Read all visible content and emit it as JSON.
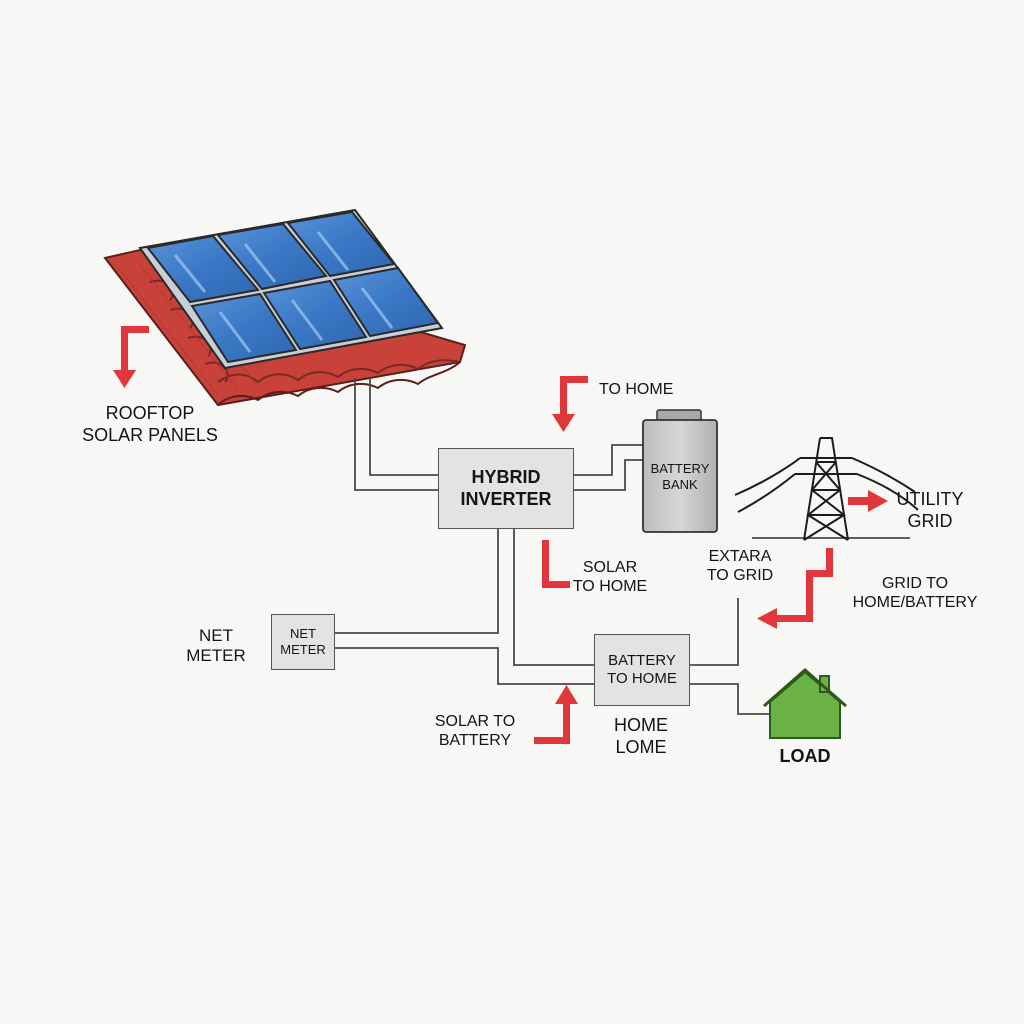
{
  "nodes": {
    "solar_panels": {
      "line1": "ROOFTOP",
      "line2": "SOLAR PANELS"
    },
    "hybrid_inverter": {
      "line1": "HYBRID",
      "line2": "INVERTER"
    },
    "battery_bank": {
      "line1": "BATTERY",
      "line2": "BANK"
    },
    "net_meter_box": {
      "line1": "NET",
      "line2": "METER"
    },
    "net_meter_label": {
      "line1": "NET",
      "line2": "METER"
    },
    "battery_to_home_box": {
      "line1": "BATTERY",
      "line2": "TO HOME"
    },
    "home_label": {
      "line1": "HOME",
      "line2": "LOME"
    },
    "utility_grid": {
      "line1": "UTILITY",
      "line2": "GRID"
    },
    "load": {
      "label": "LOAD"
    }
  },
  "flows": {
    "to_home": {
      "label": "TO HOME"
    },
    "solar_to_home": {
      "line1": "SOLAR",
      "line2": "TO HOME"
    },
    "extra_to_grid": {
      "line1": "EXTARA",
      "line2": "TO GRID"
    },
    "grid_to_home_battery": {
      "line1": "GRID TO",
      "line2": "HOME/BATTERY"
    },
    "solar_to_battery": {
      "line1": "SOLAR TO",
      "line2": "BATTERY"
    }
  },
  "colors": {
    "arrow": "#e0383a",
    "panel": "#3a78c6",
    "roof": "#c8423a",
    "house": "#6ab243",
    "box_fill": "#e3e3e3",
    "wire": "#4a4a4a"
  }
}
